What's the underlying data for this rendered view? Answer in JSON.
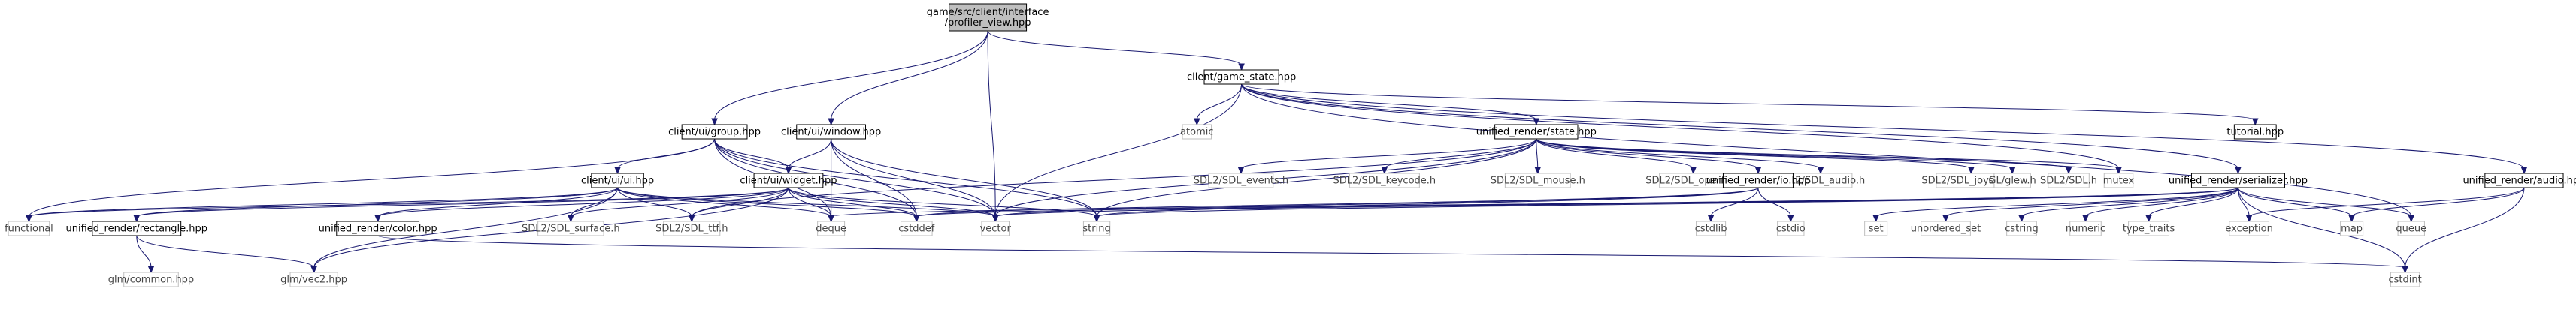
{
  "diagram": {
    "type": "include-dependency-graph",
    "root": "game/src/client/interface/profiler_view.hpp",
    "colors": {
      "edge": "#191970",
      "root_fill": "#bfbfbf",
      "border": "#000000",
      "external_border": "#bfbfbf"
    },
    "nodes": [
      {
        "id": "root",
        "lines": [
          "game/src/client/interface",
          "/profiler_view.hpp"
        ],
        "kind": "root"
      },
      {
        "id": "game_state",
        "lines": [
          "client/game_state.hpp"
        ],
        "kind": "header"
      },
      {
        "id": "group",
        "lines": [
          "client/ui/group.hpp"
        ],
        "kind": "header"
      },
      {
        "id": "window",
        "lines": [
          "client/ui/window.hpp"
        ],
        "kind": "header"
      },
      {
        "id": "atomic",
        "lines": [
          "atomic"
        ],
        "kind": "external"
      },
      {
        "id": "state",
        "lines": [
          "unified_render/state.hpp"
        ],
        "kind": "header"
      },
      {
        "id": "tutorial",
        "lines": [
          "tutorial.hpp"
        ],
        "kind": "header"
      },
      {
        "id": "ui",
        "lines": [
          "client/ui/ui.hpp"
        ],
        "kind": "header"
      },
      {
        "id": "widget",
        "lines": [
          "client/ui/widget.hpp"
        ],
        "kind": "header"
      },
      {
        "id": "sdl_events",
        "lines": [
          "SDL2/SDL_events.h"
        ],
        "kind": "external"
      },
      {
        "id": "sdl_keycode",
        "lines": [
          "SDL2/SDL_keycode.h"
        ],
        "kind": "external"
      },
      {
        "id": "sdl_mouse",
        "lines": [
          "SDL2/SDL_mouse.h"
        ],
        "kind": "external"
      },
      {
        "id": "sdl_opengl",
        "lines": [
          "SDL2/SDL_opengl.h"
        ],
        "kind": "external"
      },
      {
        "id": "sdl_audio",
        "lines": [
          "SDL2/SDL_audio.h"
        ],
        "kind": "external"
      },
      {
        "id": "sdl_joystick",
        "lines": [
          "SDL2/SDL_joystick.h"
        ],
        "kind": "external"
      },
      {
        "id": "io",
        "lines": [
          "unified_render/io.hpp"
        ],
        "kind": "header"
      },
      {
        "id": "glew",
        "lines": [
          "GL/glew.h"
        ],
        "kind": "external"
      },
      {
        "id": "sdl_h",
        "lines": [
          "SDL2/SDL.h"
        ],
        "kind": "external"
      },
      {
        "id": "mutex",
        "lines": [
          "mutex"
        ],
        "kind": "external"
      },
      {
        "id": "serializer",
        "lines": [
          "unified_render/serializer.hpp"
        ],
        "kind": "header"
      },
      {
        "id": "audio",
        "lines": [
          "unified_render/audio.hpp"
        ],
        "kind": "header"
      },
      {
        "id": "functional",
        "lines": [
          "functional"
        ],
        "kind": "external"
      },
      {
        "id": "rectangle",
        "lines": [
          "unified_render/rectangle.hpp"
        ],
        "kind": "header"
      },
      {
        "id": "color",
        "lines": [
          "unified_render/color.hpp"
        ],
        "kind": "header"
      },
      {
        "id": "sdl_surface",
        "lines": [
          "SDL2/SDL_surface.h"
        ],
        "kind": "external"
      },
      {
        "id": "sdl_ttf",
        "lines": [
          "SDL2/SDL_ttf.h"
        ],
        "kind": "external"
      },
      {
        "id": "deque",
        "lines": [
          "deque"
        ],
        "kind": "external"
      },
      {
        "id": "cstddef",
        "lines": [
          "cstddef"
        ],
        "kind": "external"
      },
      {
        "id": "vector",
        "lines": [
          "vector"
        ],
        "kind": "external"
      },
      {
        "id": "string",
        "lines": [
          "string"
        ],
        "kind": "external"
      },
      {
        "id": "cstdlib",
        "lines": [
          "cstdlib"
        ],
        "kind": "external"
      },
      {
        "id": "cstdio",
        "lines": [
          "cstdio"
        ],
        "kind": "external"
      },
      {
        "id": "set",
        "lines": [
          "set"
        ],
        "kind": "external"
      },
      {
        "id": "unordered_set",
        "lines": [
          "unordered_set"
        ],
        "kind": "external"
      },
      {
        "id": "cstring",
        "lines": [
          "cstring"
        ],
        "kind": "external"
      },
      {
        "id": "numeric",
        "lines": [
          "numeric"
        ],
        "kind": "external"
      },
      {
        "id": "type_traits",
        "lines": [
          "type_traits"
        ],
        "kind": "external"
      },
      {
        "id": "exception",
        "lines": [
          "exception"
        ],
        "kind": "external"
      },
      {
        "id": "map",
        "lines": [
          "map"
        ],
        "kind": "external"
      },
      {
        "id": "queue",
        "lines": [
          "queue"
        ],
        "kind": "external"
      },
      {
        "id": "glm_common",
        "lines": [
          "glm/common.hpp"
        ],
        "kind": "external"
      },
      {
        "id": "glm_vec2",
        "lines": [
          "glm/vec2.hpp"
        ],
        "kind": "external"
      },
      {
        "id": "cstdint",
        "lines": [
          "cstdint"
        ],
        "kind": "external"
      }
    ],
    "edges": [
      [
        "root",
        "game_state"
      ],
      [
        "root",
        "group"
      ],
      [
        "root",
        "window"
      ],
      [
        "root",
        "vector"
      ],
      [
        "game_state",
        "atomic"
      ],
      [
        "game_state",
        "state"
      ],
      [
        "game_state",
        "tutorial"
      ],
      [
        "game_state",
        "mutex"
      ],
      [
        "game_state",
        "serializer"
      ],
      [
        "game_state",
        "audio"
      ],
      [
        "game_state",
        "queue"
      ],
      [
        "game_state",
        "vector"
      ],
      [
        "group",
        "ui"
      ],
      [
        "group",
        "widget"
      ],
      [
        "group",
        "functional"
      ],
      [
        "group",
        "deque"
      ],
      [
        "group",
        "cstddef"
      ],
      [
        "group",
        "vector"
      ],
      [
        "group",
        "string"
      ],
      [
        "window",
        "widget"
      ],
      [
        "window",
        "deque"
      ],
      [
        "window",
        "cstddef"
      ],
      [
        "window",
        "vector"
      ],
      [
        "window",
        "string"
      ],
      [
        "state",
        "sdl_events"
      ],
      [
        "state",
        "sdl_keycode"
      ],
      [
        "state",
        "sdl_mouse"
      ],
      [
        "state",
        "sdl_opengl"
      ],
      [
        "state",
        "sdl_audio"
      ],
      [
        "state",
        "sdl_joystick"
      ],
      [
        "state",
        "io"
      ],
      [
        "state",
        "glew"
      ],
      [
        "state",
        "sdl_h"
      ],
      [
        "state",
        "mutex"
      ],
      [
        "state",
        "sdl_ttf"
      ],
      [
        "state",
        "vector"
      ],
      [
        "state",
        "string"
      ],
      [
        "ui",
        "functional"
      ],
      [
        "ui",
        "rectangle"
      ],
      [
        "ui",
        "color"
      ],
      [
        "ui",
        "sdl_surface"
      ],
      [
        "ui",
        "sdl_ttf"
      ],
      [
        "ui",
        "deque"
      ],
      [
        "ui",
        "cstddef"
      ],
      [
        "ui",
        "vector"
      ],
      [
        "ui",
        "glm_vec2"
      ],
      [
        "widget",
        "functional"
      ],
      [
        "widget",
        "rectangle"
      ],
      [
        "widget",
        "color"
      ],
      [
        "widget",
        "sdl_surface"
      ],
      [
        "widget",
        "sdl_ttf"
      ],
      [
        "widget",
        "deque"
      ],
      [
        "widget",
        "cstddef"
      ],
      [
        "widget",
        "vector"
      ],
      [
        "widget",
        "string"
      ],
      [
        "widget",
        "glm_vec2"
      ],
      [
        "io",
        "cstdlib"
      ],
      [
        "io",
        "cstdio"
      ],
      [
        "io",
        "string"
      ],
      [
        "io",
        "vector"
      ],
      [
        "io",
        "cstddef"
      ],
      [
        "serializer",
        "cstddef"
      ],
      [
        "serializer",
        "vector"
      ],
      [
        "serializer",
        "string"
      ],
      [
        "serializer",
        "set"
      ],
      [
        "serializer",
        "unordered_set"
      ],
      [
        "serializer",
        "cstring"
      ],
      [
        "serializer",
        "numeric"
      ],
      [
        "serializer",
        "type_traits"
      ],
      [
        "serializer",
        "exception"
      ],
      [
        "serializer",
        "map"
      ],
      [
        "serializer",
        "queue"
      ],
      [
        "serializer",
        "cstdint"
      ],
      [
        "serializer",
        "deque"
      ],
      [
        "audio",
        "exception"
      ],
      [
        "audio",
        "map"
      ],
      [
        "audio",
        "cstdint"
      ],
      [
        "rectangle",
        "glm_common"
      ],
      [
        "rectangle",
        "glm_vec2"
      ],
      [
        "color",
        "cstdint"
      ]
    ]
  }
}
